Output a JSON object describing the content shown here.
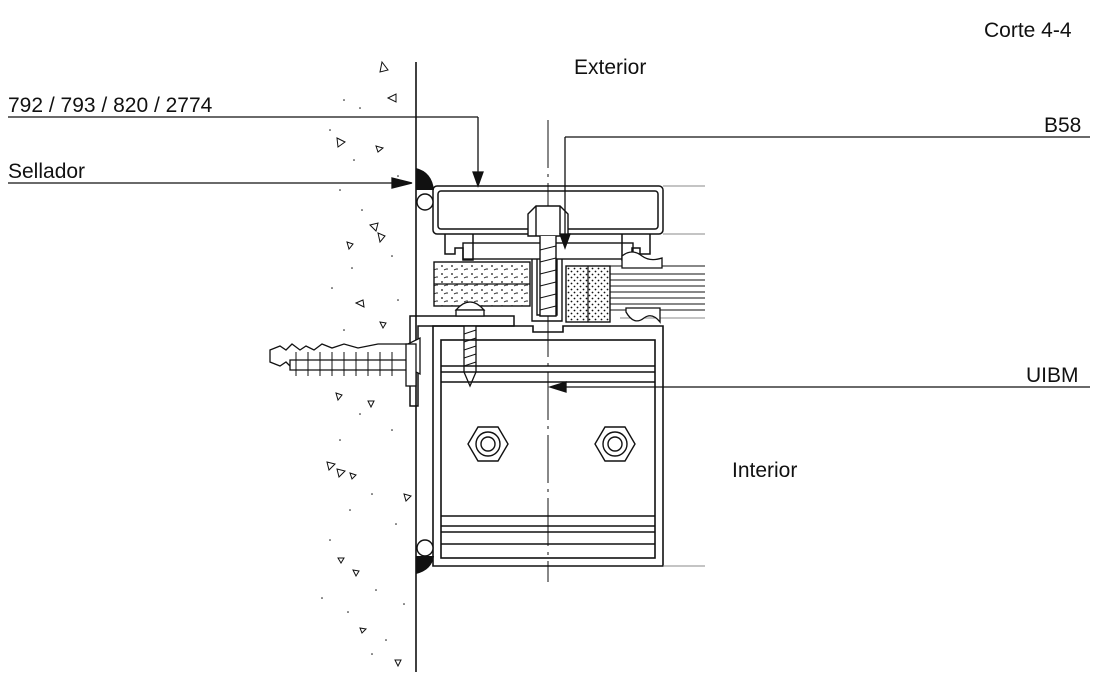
{
  "drawing": {
    "section_title": "Corte 4-4",
    "side_exterior": "Exterior",
    "side_interior": "Interior",
    "callouts": {
      "profiles": "792 / 793 / 820 / 2774",
      "sealant": "Sellador",
      "gasket": "B58",
      "mullion": "UIBM"
    }
  },
  "colors": {
    "ink": "#111111",
    "paper": "#ffffff",
    "grey_line": "#888888"
  }
}
